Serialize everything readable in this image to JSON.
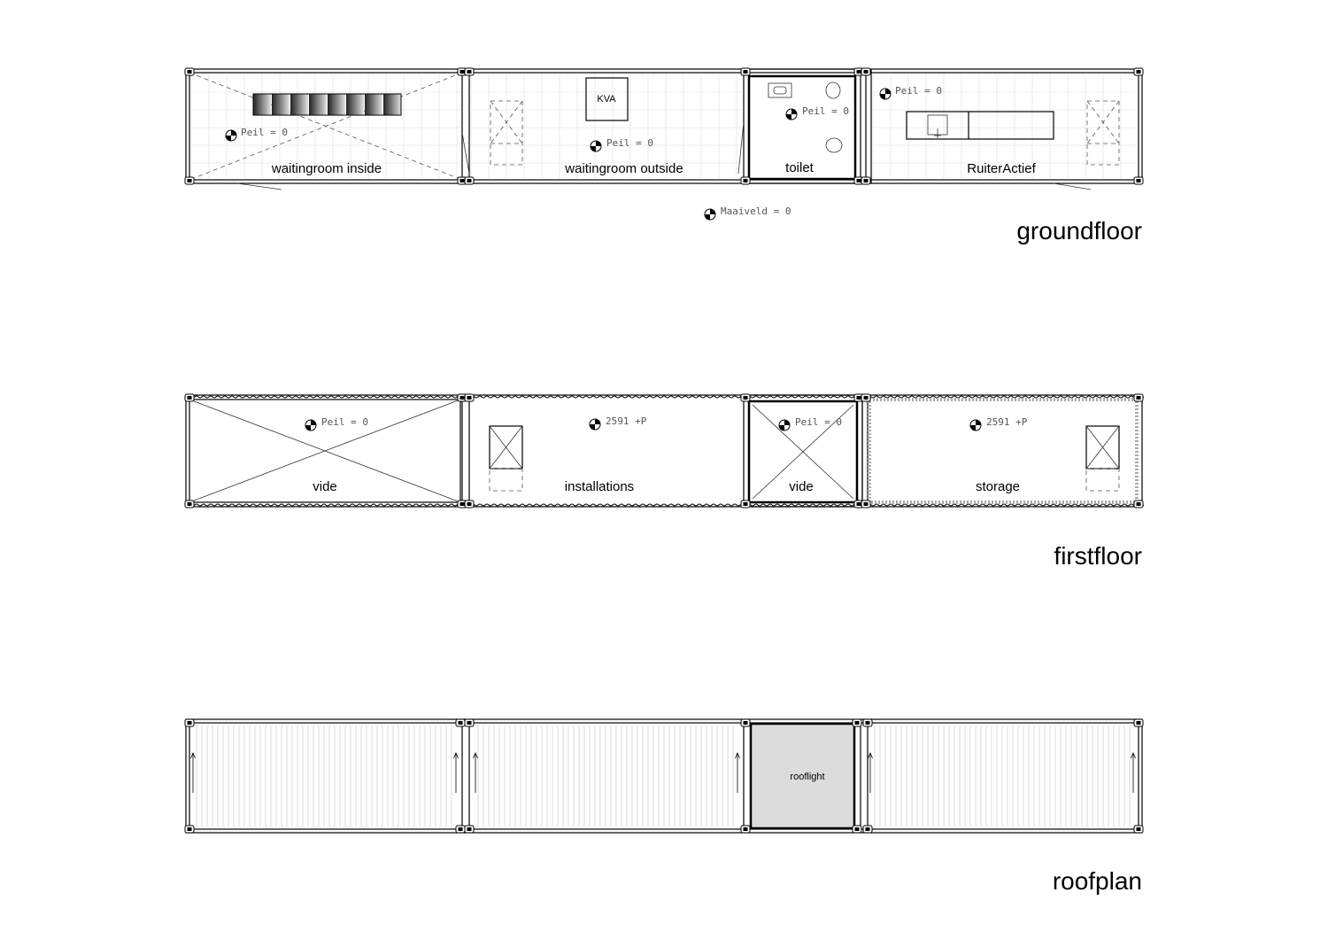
{
  "groundfloor": {
    "title": "groundfloor",
    "rooms": {
      "waiting_inside": "waitingroom inside",
      "waiting_outside": "waitingroom outside",
      "toilet": "toilet",
      "ruiteractief": "RuiterActief"
    },
    "kva": "KVA",
    "levels": {
      "inside": "Peil = 0",
      "outside": "Peil = 0",
      "toilet": "Peil = 0",
      "ruiter": "Peil = 0",
      "maaiveld": "Maaiveld = 0"
    }
  },
  "firstfloor": {
    "title": "firstfloor",
    "rooms": {
      "vide_left": "vide",
      "installations": "installations",
      "vide_center": "vide",
      "storage": "storage"
    },
    "levels": {
      "vide_left": "Peil = 0",
      "installations": "2591 +P",
      "vide_center": "Peil = 0",
      "storage": "2591 +P"
    }
  },
  "roofplan": {
    "title": "roofplan",
    "rooflight": "rooflight"
  },
  "colors": {
    "line": "#000000",
    "grid": "#e6e6e6",
    "rooflight_fill": "#dcdcdc",
    "level_text": "#555555"
  }
}
